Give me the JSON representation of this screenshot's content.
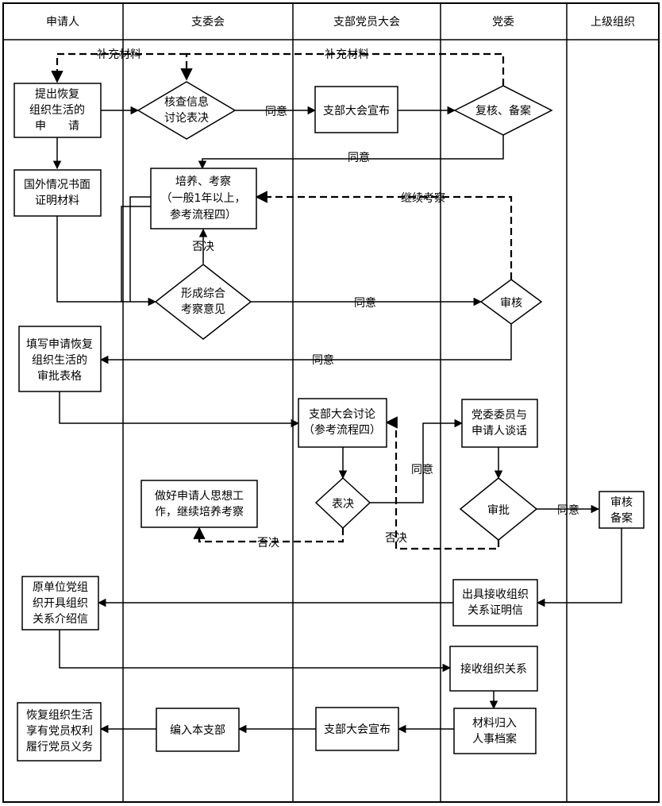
{
  "lanes": [
    "申请人",
    "支委会",
    "支部党员大会",
    "党委",
    "上级组织"
  ],
  "nodes": {
    "n1": [
      "提出恢复",
      "组织生活的",
      "申　　请"
    ],
    "n2": [
      "核查信息",
      "讨论表决"
    ],
    "n3": [
      "支部大会宣布"
    ],
    "n4": [
      "复核、备案"
    ],
    "n5": [
      "国外情况书面",
      "证明材料"
    ],
    "n6": [
      "培养、考察",
      "（一般1年以上，",
      "参考流程四）"
    ],
    "n7": [
      "形成综合",
      "考察意见"
    ],
    "n8": [
      "审核"
    ],
    "n9": [
      "填写申请恢复",
      "组织生活的",
      "审批表格"
    ],
    "n10": [
      "支部大会讨论",
      "（参考流程四）"
    ],
    "n11": [
      "党委委员与",
      "申请人谈话"
    ],
    "n12": [
      "做好申请人思想工",
      "作，继续培养考察"
    ],
    "n13": [
      "表决"
    ],
    "n14": [
      "审批"
    ],
    "n15": [
      "审核",
      "备案"
    ],
    "n16": [
      "原单位党组",
      "织开具组织",
      "关系介绍信"
    ],
    "n17": [
      "出具接收组织",
      "关系证明信"
    ],
    "n18": [
      "接收组织关系"
    ],
    "n19": [
      "恢复组织生活",
      "享有党员权利",
      "履行党员义务"
    ],
    "n20": [
      "编入本支部"
    ],
    "n21": [
      "支部大会宣布"
    ],
    "n22": [
      "材料归入",
      "人事档案"
    ]
  },
  "edge_labels": {
    "supplement_left": "补充材料",
    "supplement_right": "补充材料",
    "agree_1": "同意",
    "agree_2": "同意",
    "continue_observe": "继续考察",
    "reject_1": "否决",
    "agree_3": "同意",
    "agree_4": "同意",
    "agree_5": "同意",
    "reject_2": "否决",
    "agree_6": "同意",
    "reject_3": "否决"
  }
}
